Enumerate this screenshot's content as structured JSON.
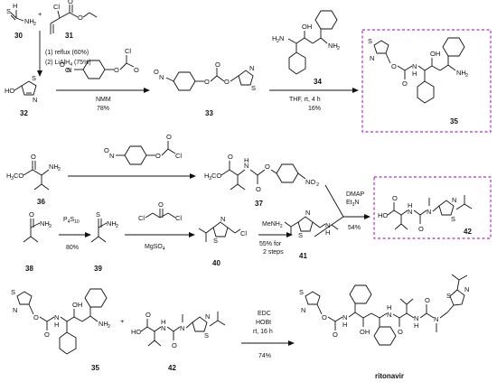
{
  "labels": {
    "c30": "30",
    "c31": "31",
    "c32": "32",
    "c33": "33",
    "c34": "34",
    "c35": "35",
    "c36": "36",
    "c37": "37",
    "c38": "38",
    "c39": "39",
    "c40": "40",
    "c41": "41",
    "c42": "42",
    "c35b": "35",
    "c42b": "42",
    "ritonavir": "ritonavir"
  },
  "conditions": {
    "r1_line1": "(1) reflux (60%)",
    "r1_line2": "(2) LiAlH",
    "r1_line2_sub": "4",
    "r1_line2_end": " (75%)",
    "r2_reagent": "NMM",
    "r2_yield": "78%",
    "r3_cond": "THF, rt, 4 h",
    "r3_yield": "16%",
    "r5_reagent1": "DMAP",
    "r5_reagent2": "Et",
    "r5_reagent2_sub": "3",
    "r5_reagent2_end": "N",
    "r5_yield": "54%",
    "r6_reagent": "P",
    "r6_reagent_sub1": "4",
    "r6_reagent_mid": "S",
    "r6_reagent_sub2": "10",
    "r6_yield": "80%",
    "r7_reagent": "MgSO",
    "r7_reagent_sub": "4",
    "r8_reagent": "MeNH",
    "r8_reagent_sub": "2",
    "r8_yield1": "55% for",
    "r8_yield2": "2 steps",
    "r9_reagent1": "EDC",
    "r9_reagent2": "HOBt",
    "r9_cond": "rt, 16 h",
    "r9_yield": "74%"
  },
  "atoms": {
    "S": "S",
    "N": "N",
    "O": "O",
    "H": "H",
    "Cl": "Cl",
    "HO": "HO",
    "NH": "NH",
    "NH2": "NH",
    "two": "2",
    "OH": "OH",
    "H2N": "H",
    "H2N_end": "N",
    "NO2": "NO",
    "H3CO": "H",
    "H3CO_end": "CO",
    "three": "3",
    "plus": "+",
    "H_low": "H",
    "N_low": "N",
    "O_low": "O",
    "H2_lbl": "H"
  },
  "colors": {
    "box": "#b02fc8",
    "ink": "#111111"
  }
}
